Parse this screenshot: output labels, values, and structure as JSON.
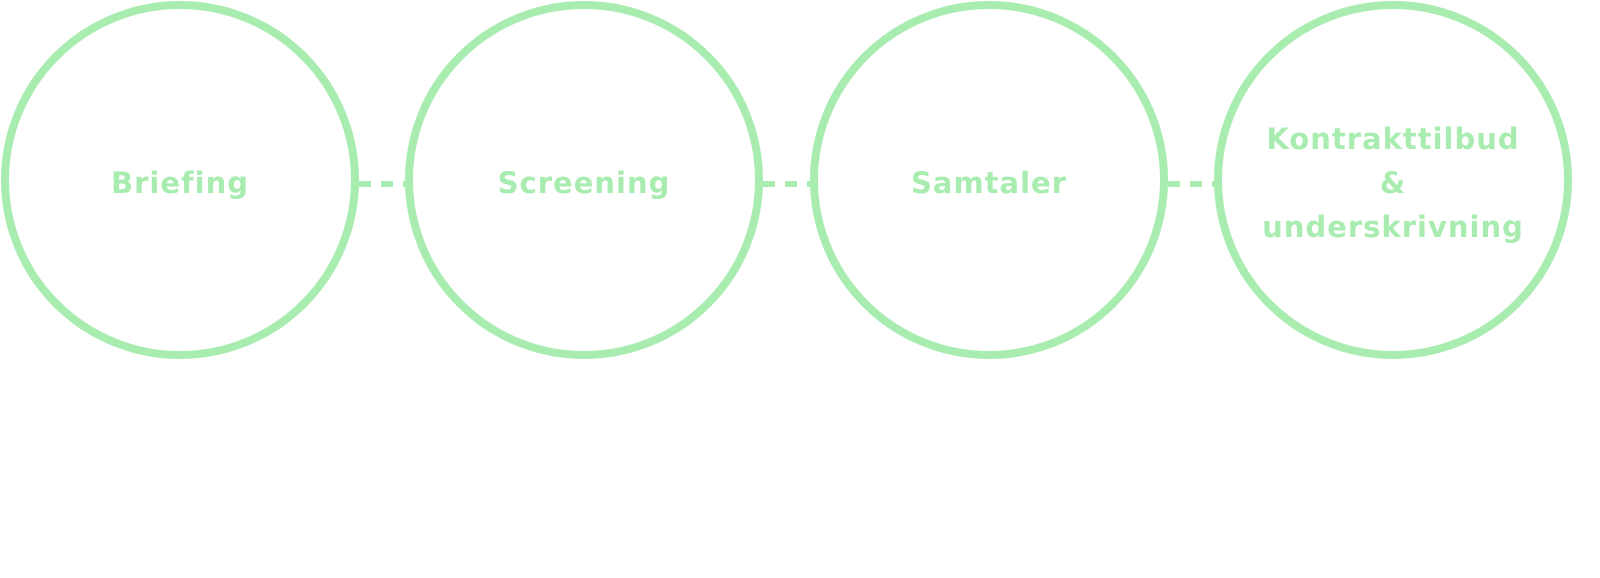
{
  "steps": [
    {
      "label": "Briefing"
    },
    {
      "label": "Screening"
    },
    {
      "label": "Samtaler"
    },
    {
      "label_lines": [
        "Kontrakttilbud",
        "&",
        "underskrivning"
      ]
    }
  ],
  "colors": {
    "accent": "#a8ecb0",
    "background": "#ffffff"
  }
}
